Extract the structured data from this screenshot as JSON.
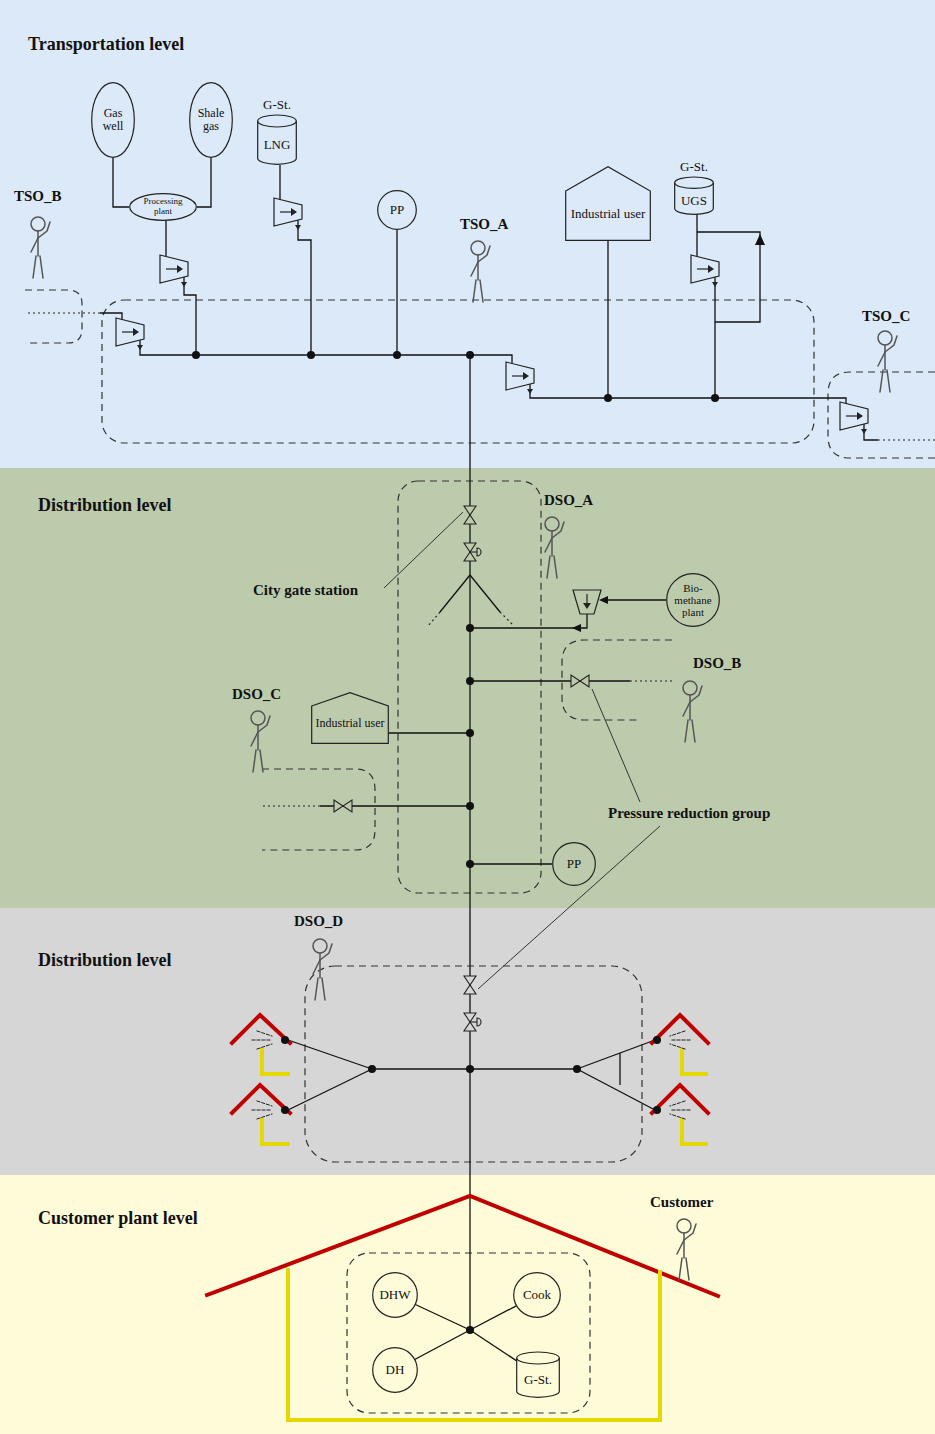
{
  "diagram": {
    "nodes": [
      {
        "text": [
          "Transportation level"
        ]
      },
      {
        "text": [
          "Gas well"
        ],
        "in": 0
      },
      {
        "text": [
          "Shale gas"
        ],
        "in": 0
      },
      {
        "text": [
          "Processing plant"
        ],
        "in": 0
      },
      {
        "text": [
          "G-St.",
          "LNG"
        ],
        "in": 0
      },
      {
        "text": [
          "PP"
        ],
        "in": 0
      },
      {
        "text": [
          "Industrial user"
        ],
        "in": 0
      },
      {
        "text": [
          "G-St.",
          "UGS"
        ],
        "in": 0
      },
      {
        "text": [
          "Distribution level"
        ]
      },
      {
        "text": [
          "Bio-methane plant"
        ],
        "in": 8
      },
      {
        "text": [
          "Industrial user"
        ],
        "in": 8
      },
      {
        "text": [
          "PP"
        ],
        "in": 8
      },
      {
        "text": [
          "Distribution level"
        ]
      },
      {
        "text": [
          "Customer plant level"
        ]
      },
      {
        "text": [
          "DHW"
        ],
        "in": 13
      },
      {
        "text": [
          "Cook"
        ],
        "in": 13
      },
      {
        "text": [
          "DH"
        ],
        "in": 13
      },
      {
        "text": [
          "G-St."
        ],
        "in": 13
      }
    ],
    "edges": [
      {
        "from": 1,
        "to": 3,
        "arrow": "none"
      },
      {
        "from": 2,
        "to": 3,
        "arrow": "none"
      }
    ],
    "labels": [
      "TSO_B",
      "TSO_A",
      "TSO_C",
      "DSO_A",
      "City gate station",
      "DSO_B",
      "DSO_C",
      "Pressure reduction group",
      "DSO_D",
      "Customer"
    ]
  }
}
